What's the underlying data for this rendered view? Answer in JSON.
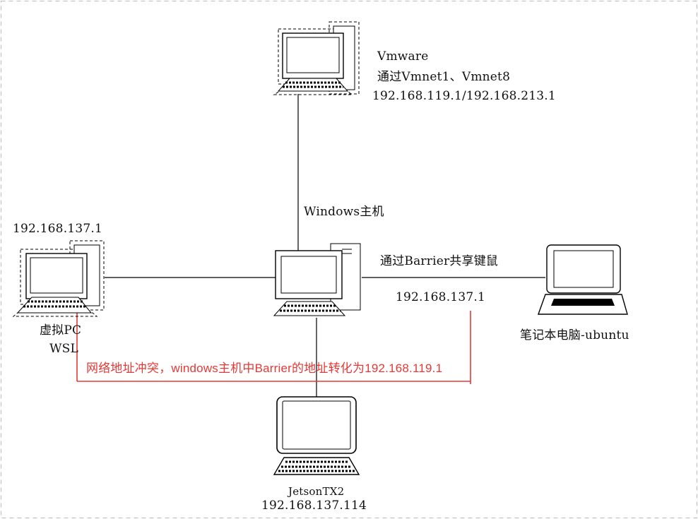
{
  "nodes": {
    "vmware": {
      "title": "Vmware",
      "line2": "通过Vmnet1、Vmnet8",
      "ip": "192.168.119.1/192.168.213.1"
    },
    "windows_host": {
      "label": "Windows主机"
    },
    "virtual_pc": {
      "ip": "192.168.137.1",
      "label": "虚拟PC",
      "sublabel": "WSL"
    },
    "laptop": {
      "label": "笔记本电脑-ubuntu"
    },
    "jetson": {
      "name": "JetsonTX2",
      "ip": "192.168.137.114"
    }
  },
  "links": {
    "barrier": {
      "label": "通过Barrier共享键鼠",
      "ip": "192.168.137.1"
    }
  },
  "annotation": {
    "text": "网络地址冲突，windows主机中Barrier的地址转化为192.168.119.1",
    "color": "#e53935"
  },
  "colors": {
    "line": "#000000",
    "annotation": "#e53935",
    "border": "#bbbbbb"
  }
}
